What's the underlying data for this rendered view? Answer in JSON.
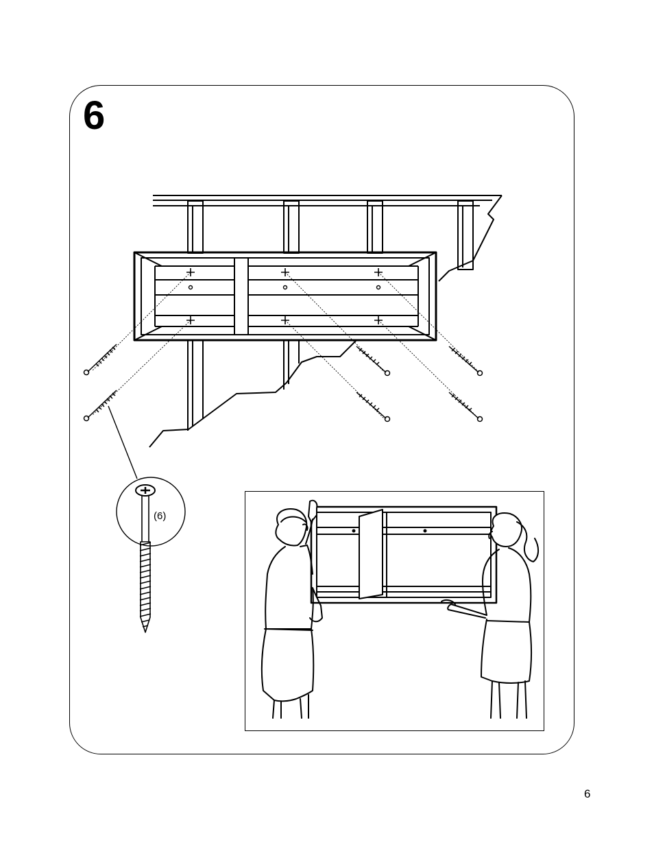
{
  "step": {
    "number": "6"
  },
  "screw": {
    "quantity_label": "(6)"
  },
  "footer": {
    "page_number": "6"
  },
  "colors": {
    "ink": "#000000",
    "paper": "#ffffff"
  },
  "icons": {
    "screw": "wood-screw-icon",
    "mount_point": "crosshair-icon"
  }
}
